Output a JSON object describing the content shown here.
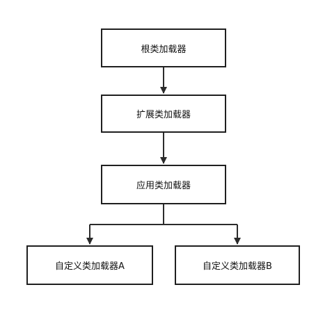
{
  "diagram": {
    "nodes": {
      "root": "根类加载器",
      "extension": "扩展类加载器",
      "application": "应用类加载器",
      "custom_a": "自定义类加载器A",
      "custom_b": "自定义类加载器B"
    },
    "edges": [
      {
        "from": "root",
        "to": "extension"
      },
      {
        "from": "extension",
        "to": "application"
      },
      {
        "from": "application",
        "to": "custom_a"
      },
      {
        "from": "application",
        "to": "custom_b"
      }
    ],
    "colors": {
      "line": "#2b2b2b",
      "border": "#1f1f1f",
      "background": "#ffffff"
    }
  }
}
